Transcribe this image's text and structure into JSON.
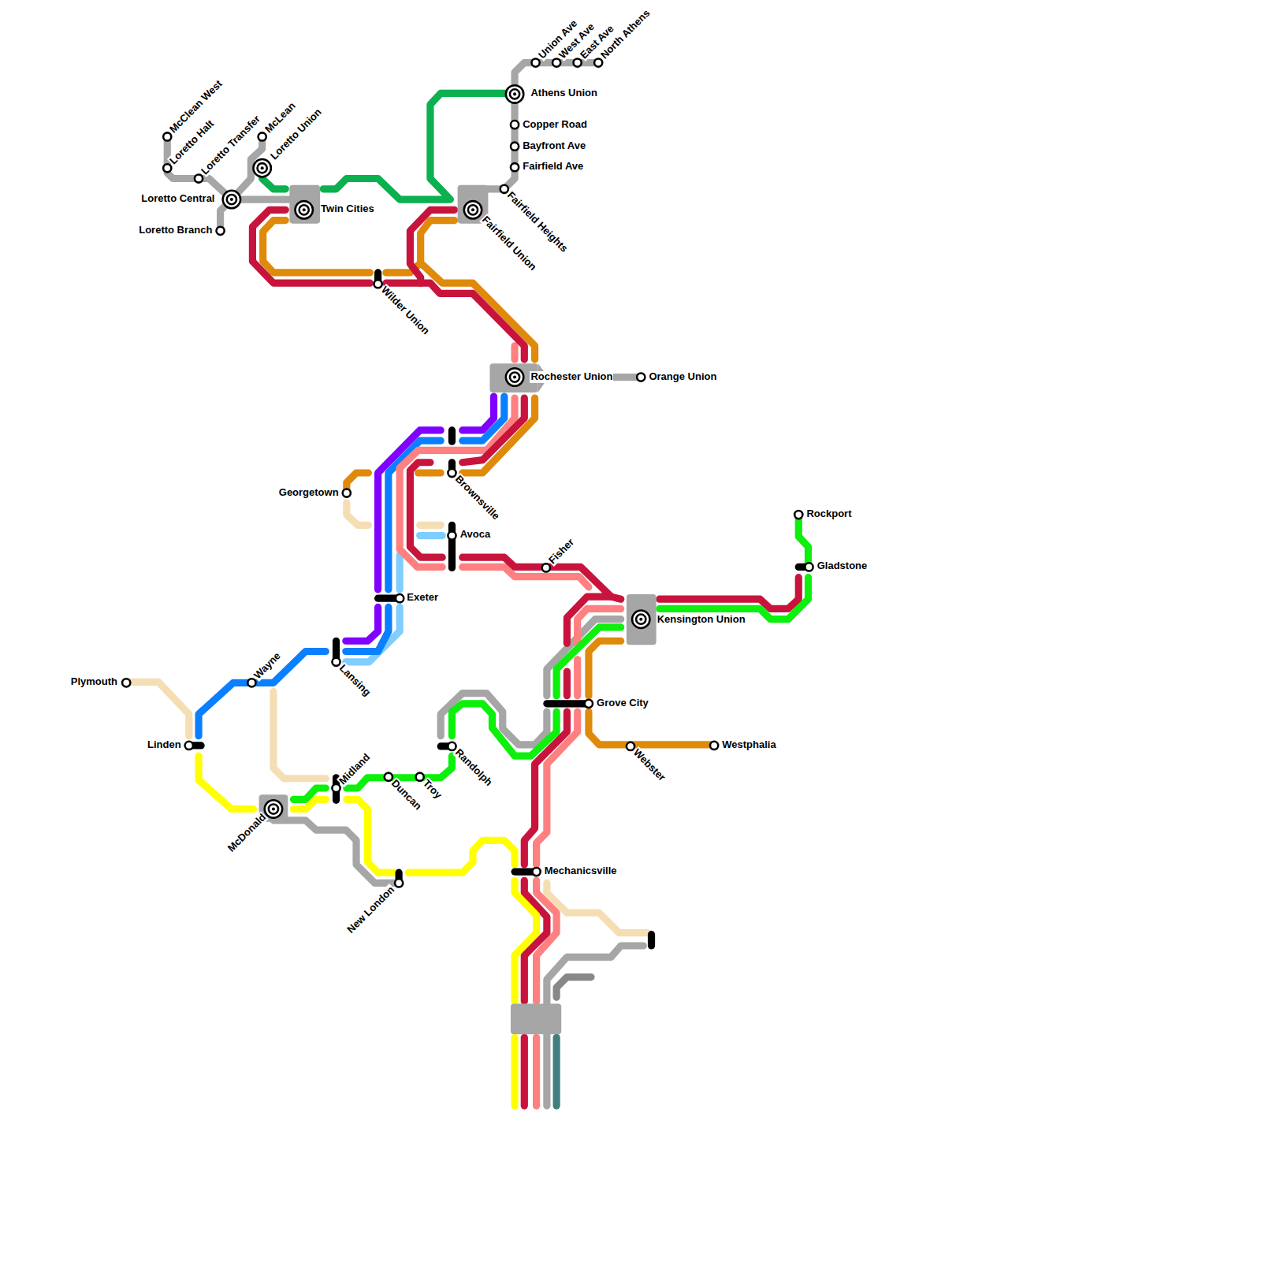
{
  "diagram": {
    "labels": [
      "McClean West",
      "Loretto Halt",
      "Loretto Transfer",
      "McLean",
      "Loretto Union",
      "Loretto Central",
      "Loretto Branch",
      "Twin Cities",
      "Wilder Union",
      "Union Ave",
      "West Ave",
      "East Ave",
      "North Athens",
      "Athens Union",
      "Copper Road",
      "Bayfront Ave",
      "Fairfield Ave",
      "Fairfield Heights",
      "Fairfield Union",
      "Rochester Union",
      "Orange Union",
      "Brownsville",
      "Georgetown",
      "Avoca",
      "Fisher",
      "Exeter",
      "Kensington Union",
      "Rockport",
      "Gladstone",
      "Grove City",
      "Webster",
      "Westphalia",
      "Plymouth",
      "Wayne",
      "Lansing",
      "Linden",
      "Midland",
      "Duncan",
      "Troy",
      "Randolph",
      "McDonald",
      "New London",
      "Mechanicsville"
    ]
  }
}
